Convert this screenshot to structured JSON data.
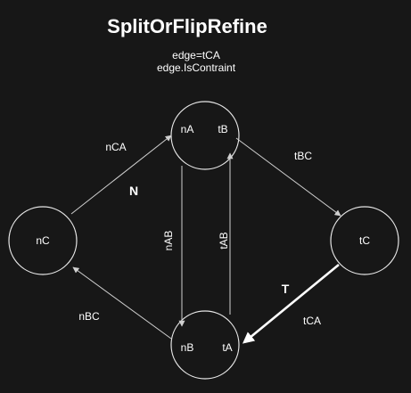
{
  "title": "SplitOrFlipRefine",
  "subtitle_lines": [
    "edge=tCA",
    "edge.IsContraint"
  ],
  "nodes": {
    "top": {
      "labels": [
        "nA",
        "tB"
      ]
    },
    "left": {
      "labels": [
        "nC"
      ]
    },
    "right": {
      "labels": [
        "tC"
      ]
    },
    "bottom": {
      "labels": [
        "nB",
        "tA"
      ]
    }
  },
  "edges": {
    "nCA": "nCA",
    "tBC": "tBC",
    "nAB": "nAB",
    "tAB": "tAB",
    "nBC": "nBC",
    "tCA": "tCA"
  },
  "markers": {
    "N": "N",
    "T": "T"
  },
  "colors": {
    "background": "#171717",
    "stroke": "#d0d0d0",
    "text": "#ffffff"
  }
}
